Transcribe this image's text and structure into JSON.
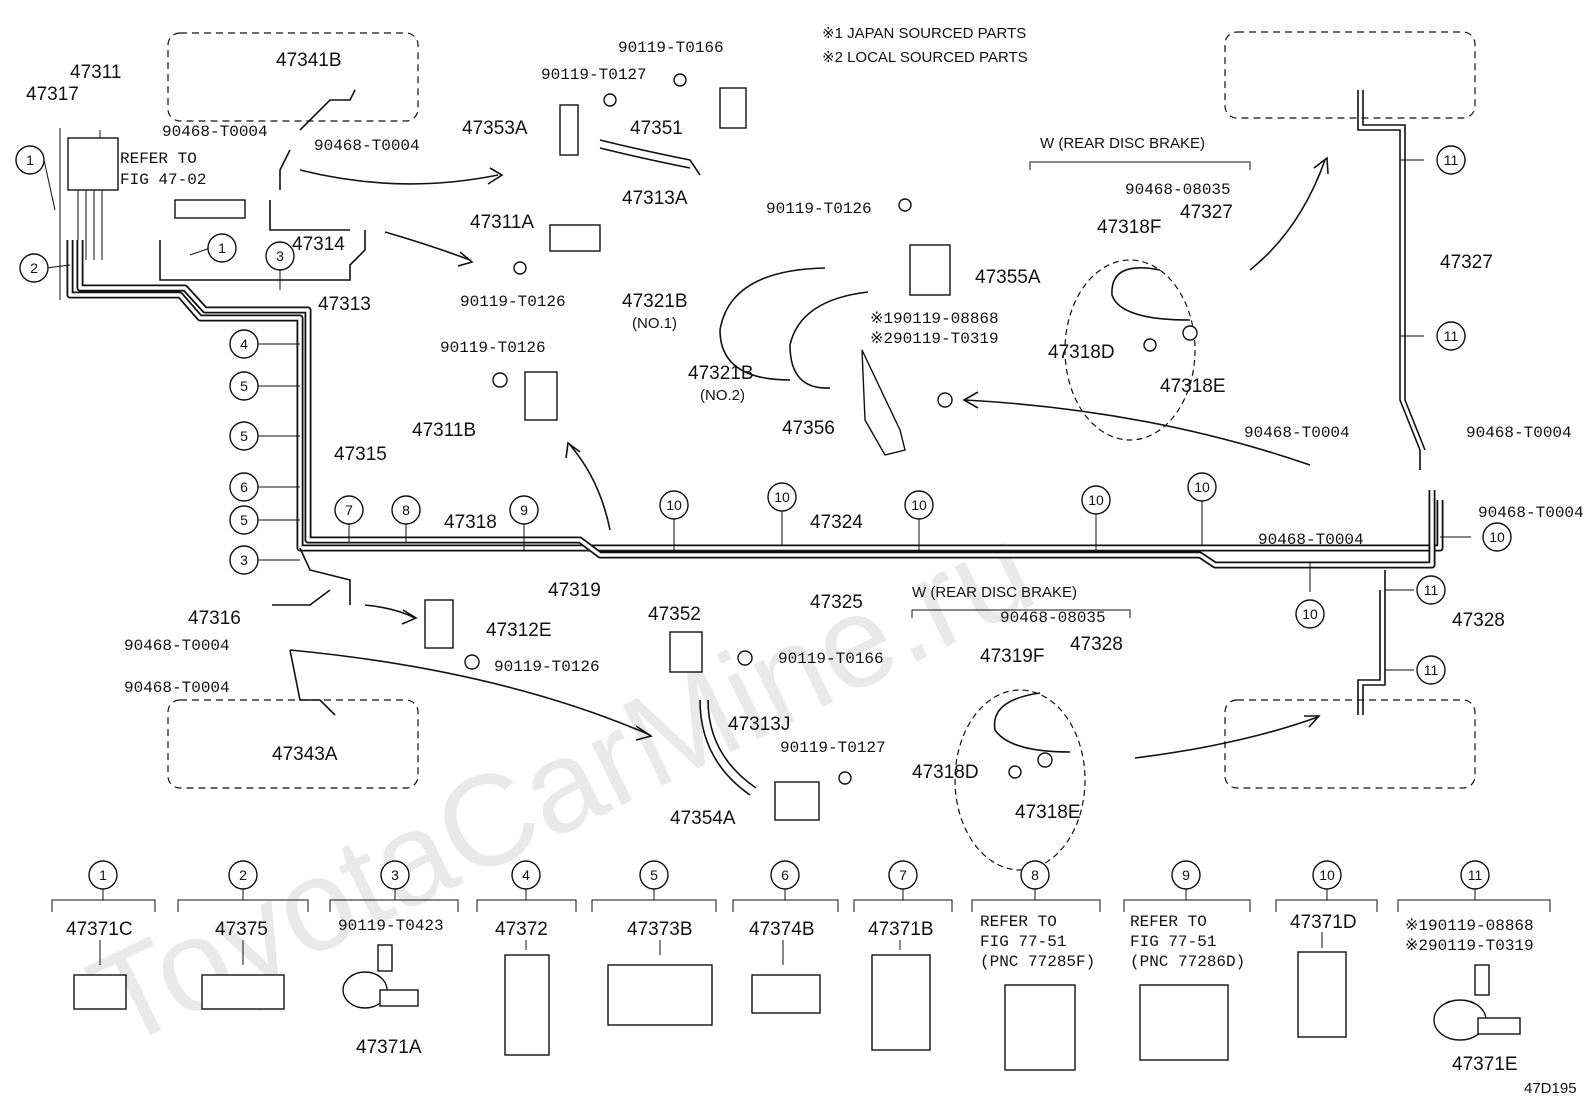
{
  "notes": {
    "japan": "※1 JAPAN SOURCED PARTS",
    "local": "※2 LOCAL SOURCED PARTS"
  },
  "diagram_code": "47D195",
  "watermark": "ToyotaCarMine.ru",
  "section_labels": {
    "rear_disc_top": "W (REAR DISC BRAKE)",
    "rear_disc_bottom": "W (REAR DISC BRAKE)"
  },
  "parts": {
    "p47311": "47311",
    "p47317": "47317",
    "p47341B": "47341B",
    "p90468_a": "90468-T0004",
    "p90468_b": "90468-T0004",
    "refer1": "REFER TO",
    "refer2": "FIG 47-02",
    "p47314": "47314",
    "p47313": "47313",
    "p47315": "47315",
    "p90119_T0166_top": "90119-T0166",
    "p90119_T0127_top": "90119-T0127",
    "p47353A": "47353A",
    "p47351": "47351",
    "p47313A": "47313A",
    "p47311A": "47311A",
    "p90119_T0126_a": "90119-T0126",
    "p90119_T0126_b": "90119-T0126",
    "p47311B": "47311B",
    "p90119_T0126_c": "90119-T0126",
    "p47355A": "47355A",
    "p47321B_1": "47321B",
    "no1": "(NO.1)",
    "p47321B_2": "47321B",
    "no2": "(NO.2)",
    "note1_08868": "※190119-08868",
    "note2_T0319": "※290119-T0319",
    "p47356": "47356",
    "p90468_08035_top": "90468-08035",
    "p47327_small": "47327",
    "p47318F": "47318F",
    "p47318D_top": "47318D",
    "p47318E_top": "47318E",
    "p47327": "47327",
    "p90468_r1": "90468-T0004",
    "p90468_r2": "90468-T0004",
    "p90468_r3": "90468-T0004",
    "p90468_r4": "90468-T0004",
    "p47318": "47318",
    "p47319": "47319",
    "p47324": "47324",
    "p47325": "47325",
    "p47316": "47316",
    "p90468_l1": "90468-T0004",
    "p90468_l2": "90468-T0004",
    "p47312E": "47312E",
    "p90119_T0126_d": "90119-T0126",
    "p47343A": "47343A",
    "p47352": "47352",
    "p90119_T0166_mid": "90119-T0166",
    "p47313J": "47313J",
    "p90119_T0127_mid": "90119-T0127",
    "p47354A": "47354A",
    "p90468_08035_bot": "90468-08035",
    "p47328_small": "47328",
    "p47319F": "47319F",
    "p47318D_bot": "47318D",
    "p47318E_bot": "47318E",
    "p47328": "47328"
  },
  "legend": [
    {
      "num": "1",
      "lines": [
        "47371C"
      ]
    },
    {
      "num": "2",
      "lines": [
        "47375"
      ]
    },
    {
      "num": "3",
      "lines": [
        "90119-T0423"
      ],
      "extra": "47371A"
    },
    {
      "num": "4",
      "lines": [
        "47372"
      ]
    },
    {
      "num": "5",
      "lines": [
        "47373B"
      ]
    },
    {
      "num": "6",
      "lines": [
        "47374B"
      ]
    },
    {
      "num": "7",
      "lines": [
        "47371B"
      ]
    },
    {
      "num": "8",
      "lines": [
        "REFER TO",
        "FIG 77-51",
        "(PNC 77285F)"
      ]
    },
    {
      "num": "9",
      "lines": [
        "REFER TO",
        "FIG 77-51",
        "(PNC 77286D)"
      ]
    },
    {
      "num": "10",
      "lines": [
        "47371D"
      ]
    },
    {
      "num": "11",
      "lines": [
        "※190119-08868",
        "※290119-T0319"
      ],
      "extra": "47371E"
    }
  ],
  "markers": [
    "1",
    "1",
    "2",
    "3",
    "3",
    "4",
    "5",
    "5",
    "6",
    "5",
    "7",
    "8",
    "9",
    "10",
    "10",
    "10",
    "10",
    "10",
    "10",
    "10",
    "11",
    "11",
    "11",
    "11"
  ]
}
